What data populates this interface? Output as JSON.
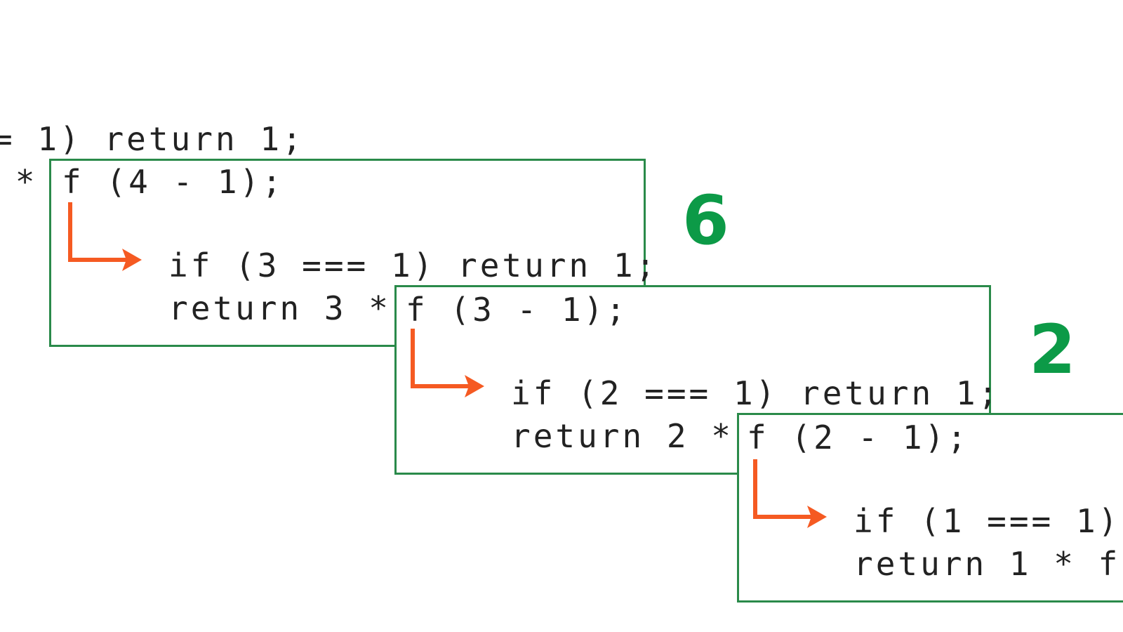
{
  "colors": {
    "frame_border": "#2a8a4a",
    "result_text": "#0c9a47",
    "arrow": "#f55a22",
    "code_text": "#222222"
  },
  "top_fragment": {
    "line1": "= 1) return 1;",
    "line2": " *"
  },
  "frames": [
    {
      "call": "f (4 - 1);",
      "if_line": "if (3 === 1) return 1;",
      "return_line": "return 3 *",
      "result": "6"
    },
    {
      "call": "f (3 - 1);",
      "if_line": "if (2 === 1) return 1;",
      "return_line": "return 2 *",
      "result": "2"
    },
    {
      "call": "f (2 - 1);",
      "if_line": "if (1 === 1)",
      "return_line": "return 1 * f"
    }
  ],
  "icons": {
    "arrow": "bent-arrow-right-icon"
  }
}
